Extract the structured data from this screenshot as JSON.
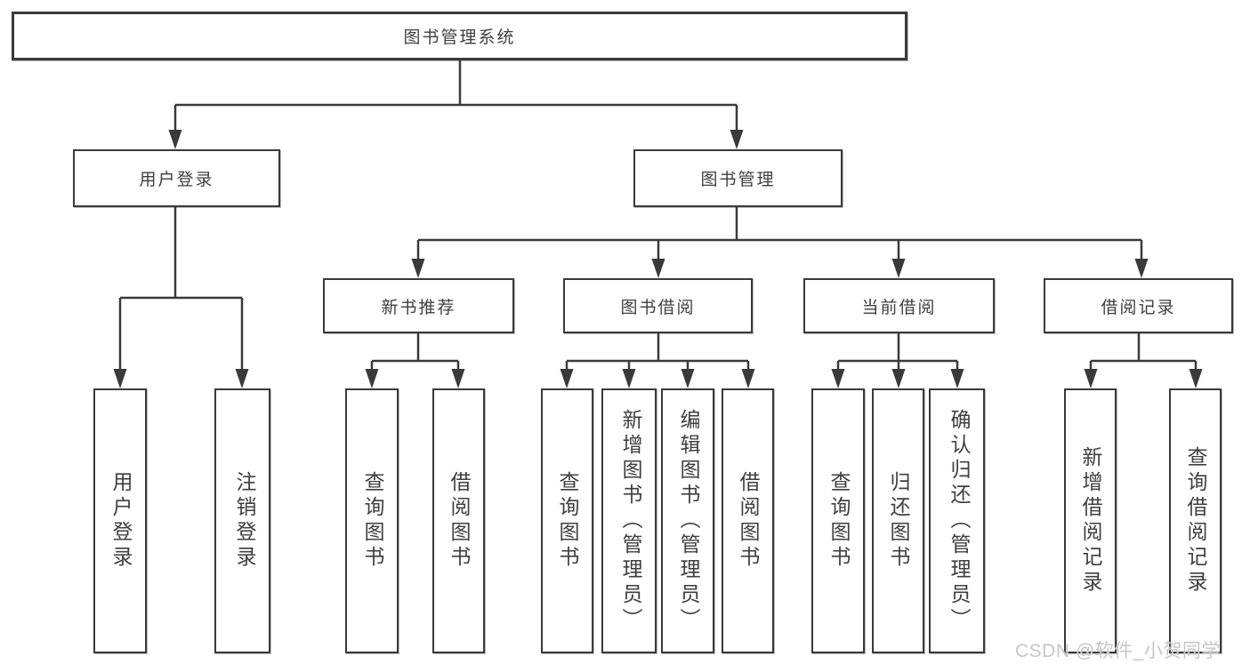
{
  "diagram_type": "hierarchy-chart",
  "tree": {
    "label": "图书管理系统",
    "children": [
      {
        "label": "用户登录",
        "children": [
          {
            "label": "用户登录"
          },
          {
            "label": "注销登录"
          }
        ]
      },
      {
        "label": "图书管理",
        "children": [
          {
            "label": "新书推荐",
            "children": [
              {
                "label": "查询图书"
              },
              {
                "label": "借阅图书"
              }
            ]
          },
          {
            "label": "图书借阅",
            "children": [
              {
                "label": "查询图书"
              },
              {
                "label": "新增图书（管理员）"
              },
              {
                "label": "编辑图书（管理员）"
              },
              {
                "label": "借阅图书"
              }
            ]
          },
          {
            "label": "当前借阅",
            "children": [
              {
                "label": "查询图书"
              },
              {
                "label": "归还图书"
              },
              {
                "label": "确认归还（管理员）"
              }
            ]
          },
          {
            "label": "借阅记录",
            "children": [
              {
                "label": "新增借阅记录"
              },
              {
                "label": "查询借阅记录"
              }
            ]
          }
        ]
      }
    ]
  },
  "watermark": {
    "text": "CSDN @软件_小贺同学"
  },
  "colors": {
    "line": "#3a3a3a",
    "box_border": "#3a3a3a",
    "text": "#3f3f3f",
    "background": "#ffffff",
    "watermark": "#c6c6ca"
  }
}
